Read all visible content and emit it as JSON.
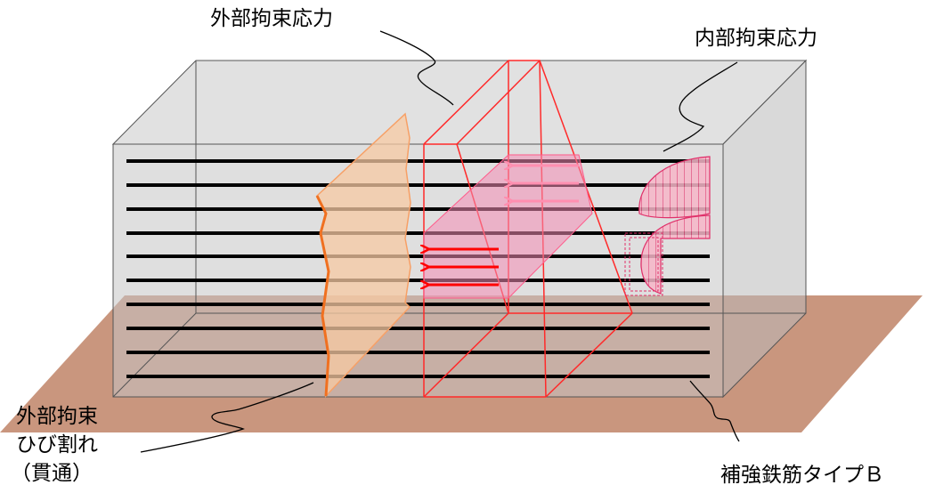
{
  "labels": {
    "external_stress": "外部拘束応力",
    "internal_stress": "内部拘束応力",
    "external_crack_1": "外部拘束",
    "external_crack_2": "ひび割れ",
    "external_crack_3": "（貫通）",
    "reinforcement": "補強鉄筋タイプＢ"
  },
  "colors": {
    "ground": "#c9967e",
    "box_face": "#c8c8c8",
    "box_edge": "#555555",
    "rebar": "#000000",
    "crack_fill": "#f7c9a3",
    "crack_edge": "#f08030",
    "stress_outline": "#ff2a2a",
    "stress_fill": "#f48cb4",
    "stress_arrow": "#ff0000",
    "stress_arrow_light": "#ff8fb0"
  },
  "rebar_rows": 10
}
